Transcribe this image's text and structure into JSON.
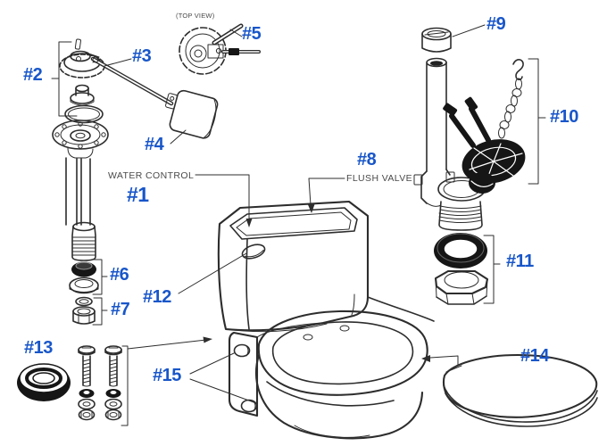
{
  "diagram": {
    "captions": {
      "top_view": "(TOP VIEW)",
      "water_control": "WATER CONTROL",
      "flush_valve": "FLUSH VALVE"
    },
    "parts": [
      {
        "label": "#1"
      },
      {
        "label": "#2"
      },
      {
        "label": "#3"
      },
      {
        "label": "#4"
      },
      {
        "label": "#5"
      },
      {
        "label": "#6"
      },
      {
        "label": "#7"
      },
      {
        "label": "#8"
      },
      {
        "label": "#9"
      },
      {
        "label": "#10"
      },
      {
        "label": "#11"
      },
      {
        "label": "#12"
      },
      {
        "label": "#13"
      },
      {
        "label": "#14"
      },
      {
        "label": "#15"
      }
    ],
    "colors": {
      "label_blue": "#1856c9",
      "line": "#2d2d2d",
      "dark_part": "#161616",
      "caption_gray": "#4a4a4a",
      "background": "#ffffff"
    }
  }
}
